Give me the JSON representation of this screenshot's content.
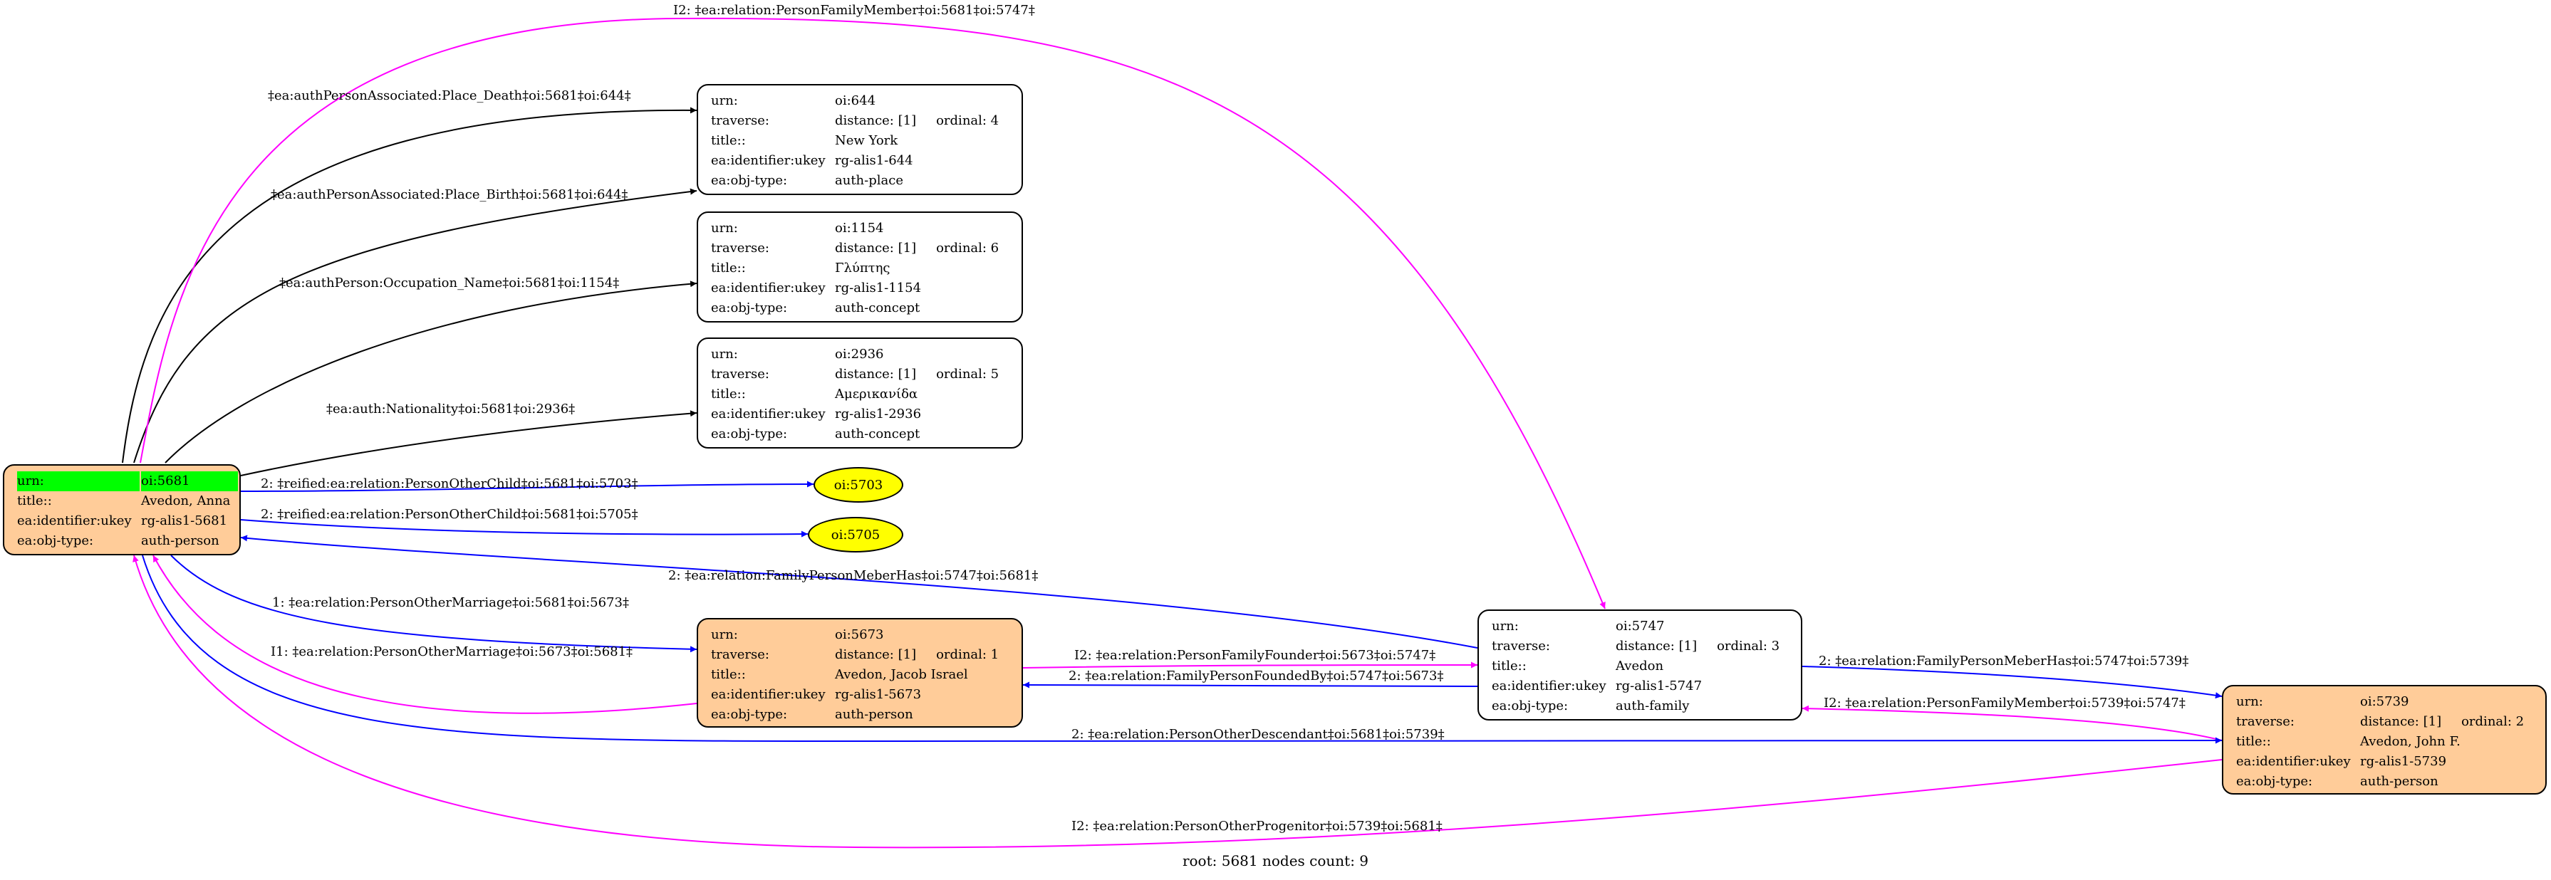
{
  "footer": "root: 5681 nodes count: 9",
  "colors": {
    "assoc": "#000000",
    "forward": "#0000ff",
    "inverse": "#ff00ff",
    "root_highlight": "#00ff00",
    "node_person": "#ffcc99",
    "node_other": "#ffffff",
    "oval": "#ffff00"
  },
  "nodes": {
    "n5681": {
      "rows": [
        {
          "k": "urn:",
          "v": "oi:5681"
        },
        {
          "k": "title::",
          "v": "Avedon, Anna"
        },
        {
          "k": "ea:identifier:ukey",
          "v": "rg-alis1-5681"
        },
        {
          "k": "ea:obj-type:",
          "v": "auth-person"
        }
      ]
    },
    "n644": {
      "rows": [
        {
          "k": "urn:",
          "v": "oi:644"
        },
        {
          "k": "traverse:",
          "v": "distance: [1]",
          "extra": "ordinal: 4"
        },
        {
          "k": "title::",
          "v": "New York"
        },
        {
          "k": "ea:identifier:ukey",
          "v": "rg-alis1-644"
        },
        {
          "k": "ea:obj-type:",
          "v": "auth-place"
        }
      ]
    },
    "n1154": {
      "rows": [
        {
          "k": "urn:",
          "v": "oi:1154"
        },
        {
          "k": "traverse:",
          "v": "distance: [1]",
          "extra": "ordinal: 6"
        },
        {
          "k": "title::",
          "v": "Γλύπτης"
        },
        {
          "k": "ea:identifier:ukey",
          "v": "rg-alis1-1154"
        },
        {
          "k": "ea:obj-type:",
          "v": "auth-concept"
        }
      ]
    },
    "n2936": {
      "rows": [
        {
          "k": "urn:",
          "v": "oi:2936"
        },
        {
          "k": "traverse:",
          "v": "distance: [1]",
          "extra": "ordinal: 5"
        },
        {
          "k": "title::",
          "v": "Αμερικανίδα"
        },
        {
          "k": "ea:identifier:ukey",
          "v": "rg-alis1-2936"
        },
        {
          "k": "ea:obj-type:",
          "v": "auth-concept"
        }
      ]
    },
    "n5673": {
      "rows": [
        {
          "k": "urn:",
          "v": "oi:5673"
        },
        {
          "k": "traverse:",
          "v": "distance: [1]",
          "extra": "ordinal: 1"
        },
        {
          "k": "title::",
          "v": "Avedon, Jacob Israel"
        },
        {
          "k": "ea:identifier:ukey",
          "v": "rg-alis1-5673"
        },
        {
          "k": "ea:obj-type:",
          "v": "auth-person"
        }
      ]
    },
    "n5747": {
      "rows": [
        {
          "k": "urn:",
          "v": "oi:5747"
        },
        {
          "k": "traverse:",
          "v": "distance: [1]",
          "extra": "ordinal: 3"
        },
        {
          "k": "title::",
          "v": "Avedon"
        },
        {
          "k": "ea:identifier:ukey",
          "v": "rg-alis1-5747"
        },
        {
          "k": "ea:obj-type:",
          "v": "auth-family"
        }
      ]
    },
    "n5739": {
      "rows": [
        {
          "k": "urn:",
          "v": "oi:5739"
        },
        {
          "k": "traverse:",
          "v": "distance: [1]",
          "extra": "ordinal: 2"
        },
        {
          "k": "title::",
          "v": "Avedon, John F."
        },
        {
          "k": "ea:identifier:ukey",
          "v": "rg-alis1-5739"
        },
        {
          "k": "ea:obj-type:",
          "v": "auth-person"
        }
      ]
    },
    "n5703": {
      "label": "oi:5703"
    },
    "n5705": {
      "label": "oi:5705"
    }
  },
  "edges": {
    "e1": "‡ea:authPersonAssociated:Place_Death‡oi:5681‡oi:644‡",
    "e2": "‡ea:authPersonAssociated:Place_Birth‡oi:5681‡oi:644‡",
    "e3": "‡ea:authPerson:Occupation_Name‡oi:5681‡oi:1154‡",
    "e4": "‡ea:auth:Nationality‡oi:5681‡oi:2936‡",
    "e5": "I2: ‡ea:relation:PersonFamilyMember‡oi:5681‡oi:5747‡",
    "e6": "2: ‡reified:ea:relation:PersonOtherChild‡oi:5681‡oi:5703‡",
    "e7": "2: ‡reified:ea:relation:PersonOtherChild‡oi:5681‡oi:5705‡",
    "e8": "2: ‡ea:relation:FamilyPersonMeberHas‡oi:5747‡oi:5681‡",
    "e9": "1: ‡ea:relation:PersonOtherMarriage‡oi:5681‡oi:5673‡",
    "e10": "I1: ‡ea:relation:PersonOtherMarriage‡oi:5673‡oi:5681‡",
    "e11": "I2: ‡ea:relation:PersonFamilyFounder‡oi:5673‡oi:5747‡",
    "e12": "2: ‡ea:relation:FamilyPersonFoundedBy‡oi:5747‡oi:5673‡",
    "e13": "2: ‡ea:relation:FamilyPersonMeberHas‡oi:5747‡oi:5739‡",
    "e14": "I2: ‡ea:relation:PersonFamilyMember‡oi:5739‡oi:5747‡",
    "e15": "2: ‡ea:relation:PersonOtherDescendant‡oi:5681‡oi:5739‡",
    "e16": "I2: ‡ea:relation:PersonOtherProgenitor‡oi:5739‡oi:5681‡"
  }
}
